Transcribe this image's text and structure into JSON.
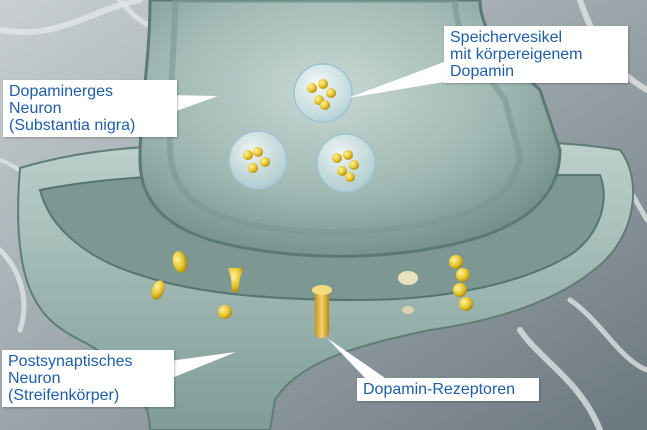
{
  "labels": {
    "dopaminergic_neuron": "Dopaminerges\nNeuron\n(Substantia nigra)",
    "storage_vesicle": "Speichervesikel\nmit körpereigenem\nDopamin",
    "postsynaptic_neuron": "Postsynaptisches\nNeuron\n(Streifenkörper)",
    "dopamine_receptors": "Dopamin-Rezeptoren"
  },
  "colors": {
    "label_text": "#1e5ea8",
    "label_background": "#ffffff",
    "membrane": "#9fb9b3",
    "membrane_dark": "#5f7c77",
    "dopamine": "#e3c22c",
    "background": "#8f9aa0"
  }
}
